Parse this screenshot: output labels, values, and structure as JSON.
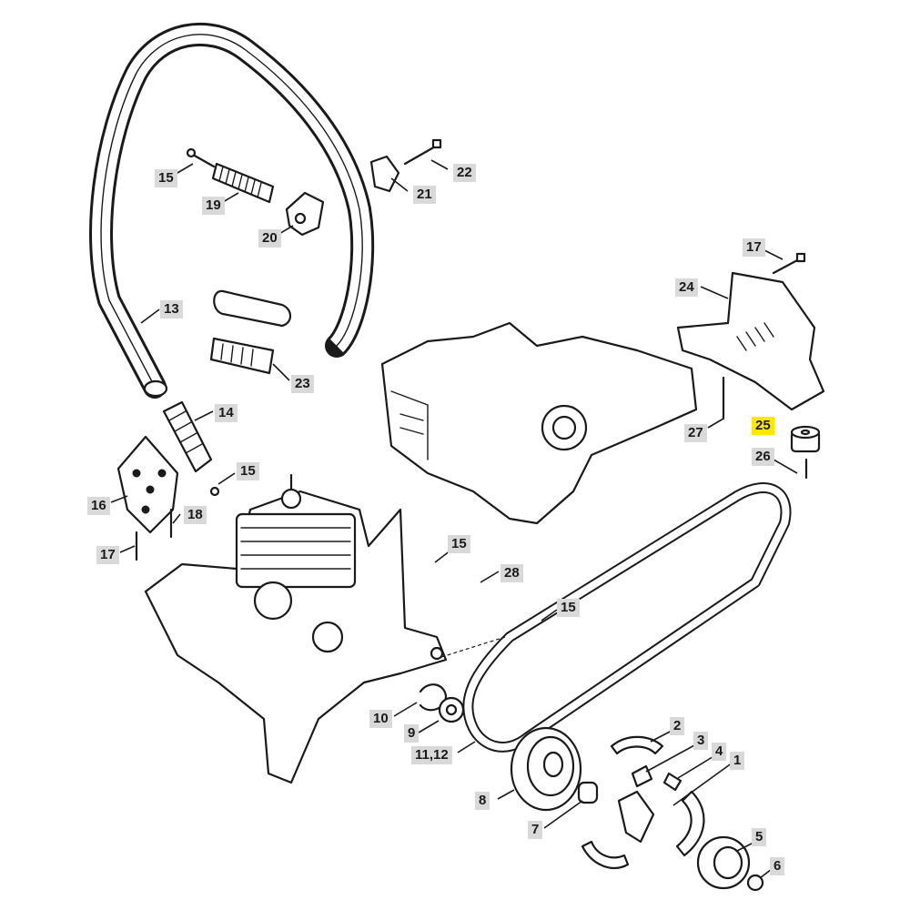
{
  "colors": {
    "line": "#1a1a1a",
    "callout_bg": "#d9d9d9",
    "highlight": "#ffe800"
  },
  "callouts": {
    "c1": "1",
    "c2": "2",
    "c3": "3",
    "c4": "4",
    "c5": "5",
    "c6": "6",
    "c7": "7",
    "c8": "8",
    "c9": "9",
    "c10": "10",
    "c11_12": "11,12",
    "c13": "13",
    "c14": "14",
    "c15a": "15",
    "c15b": "15",
    "c15c": "15",
    "c15d": "15",
    "c16": "16",
    "c17a": "17",
    "c17b": "17",
    "c18": "18",
    "c19": "19",
    "c20": "20",
    "c21": "21",
    "c22": "22",
    "c23": "23",
    "c24": "24",
    "c25": "25",
    "c26": "26",
    "c27": "27",
    "c28": "28"
  },
  "highlighted_part": "25"
}
